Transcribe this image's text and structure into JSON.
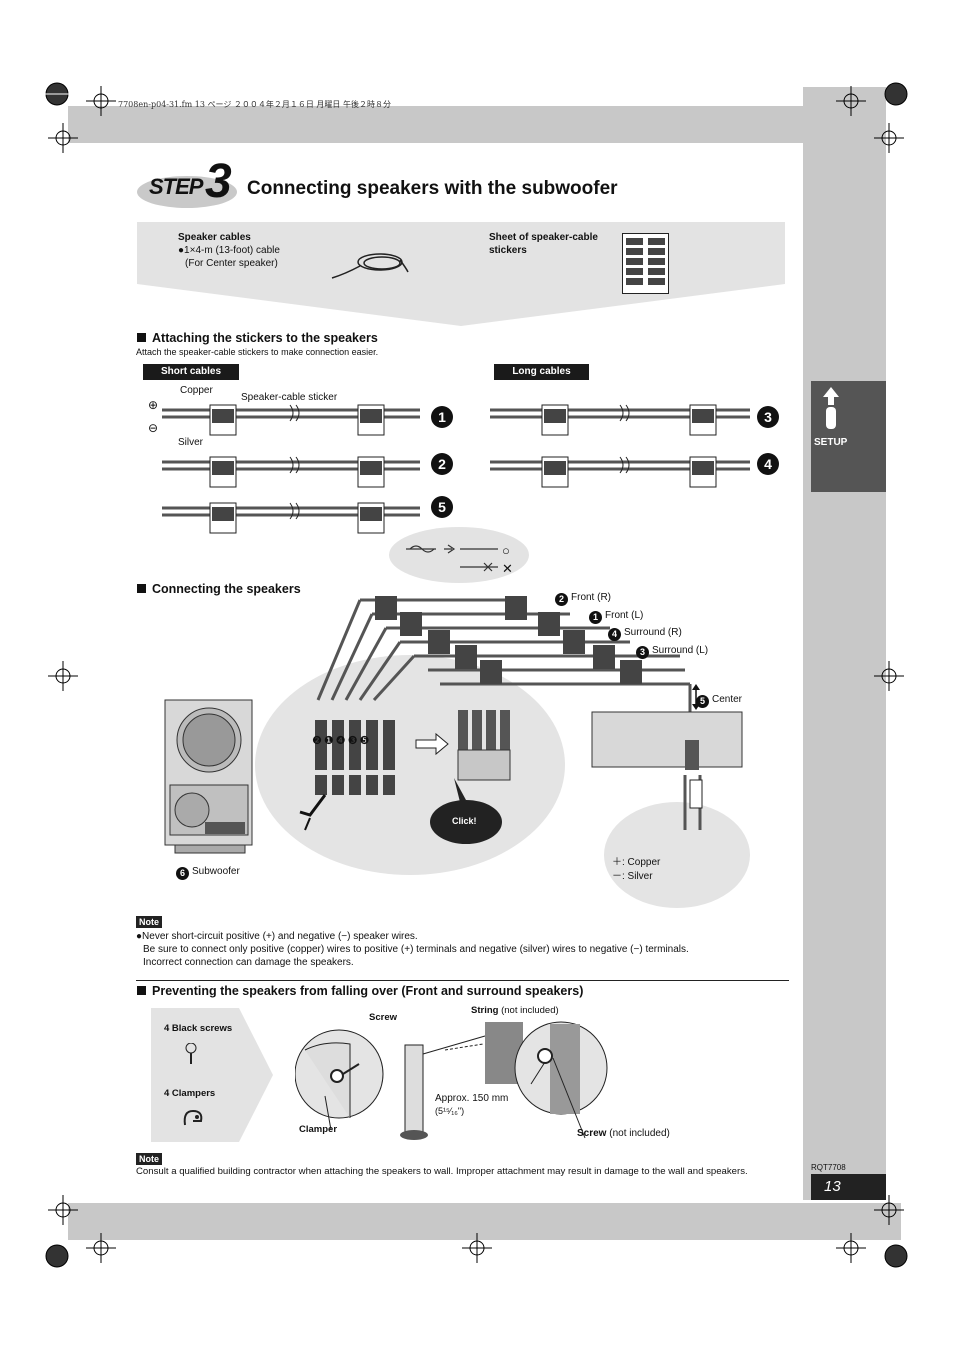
{
  "header": {
    "file_info": "7708en-p04-31.fm  13 ページ  ２００４年２月１６日  月曜日  午後２時８分"
  },
  "step": {
    "word": "STEP",
    "number": "3",
    "title": "Connecting speakers with the subwoofer"
  },
  "accessories": {
    "cables_label": "Speaker cables",
    "cables_line1": "●1×4-m (13-foot) cable",
    "cables_line2": "(For Center speaker)",
    "sheet_label_1": "Sheet of speaker-cable",
    "sheet_label_2": "stickers"
  },
  "stickers_section": {
    "heading": "Attaching the stickers to the speakers",
    "description": "Attach the speaker-cable stickers to make connection easier.",
    "short_tag": "Short cables",
    "long_tag": "Long cables",
    "copper": "Copper",
    "silver": "Silver",
    "sticker_label": "Speaker-cable sticker",
    "plus": "⊕",
    "minus": "⊖",
    "markers": [
      "❶",
      "❷",
      "❺",
      "❸",
      "❹"
    ],
    "ok": "○",
    "ng": "✕"
  },
  "connecting_section": {
    "heading": "Connecting the speakers",
    "labels": {
      "front_r": "Front (R)",
      "front_l": "Front (L)",
      "surround_r": "Surround (R)",
      "surround_l": "Surround (L)",
      "center": "Center",
      "subwoofer": "Subwoofer"
    },
    "nums": {
      "front_r": "2",
      "front_l": "1",
      "surround_r": "4",
      "surround_l": "3",
      "center": "5",
      "subwoofer": "6"
    },
    "click": "Click!",
    "copper_line": "＋: Copper",
    "silver_line": "－: Silver",
    "terminal_order": "❷❶❹❸❺"
  },
  "note1": {
    "tag": "Note",
    "line1": "●Never short-circuit positive (+) and negative (−) speaker wires.",
    "line2": "Be sure to connect only positive (copper) wires to positive (+) terminals and negative (silver) wires to negative (−) terminals.",
    "line3": "Incorrect connection can damage the speakers."
  },
  "falling_section": {
    "heading": "Preventing the speakers from falling over (Front and surround speakers)",
    "screws": "4 Black screws",
    "clampers": "4 Clampers",
    "screw": "Screw",
    "string_bold": "String",
    "string_rest": " (not included)",
    "approx": "Approx. 150 mm",
    "approx_in": "(5¹⁵⁄₁₆\")",
    "clamper": "Clamper",
    "screw2_bold": "Screw",
    "screw2_rest": " (not included)"
  },
  "note2": {
    "tag": "Note",
    "text": "Consult a qualified building contractor when attaching the speakers to wall. Improper attachment may result in damage to the wall and speakers."
  },
  "side": {
    "tab_label": "SETUP",
    "code": "RQT7708",
    "page": "13"
  }
}
